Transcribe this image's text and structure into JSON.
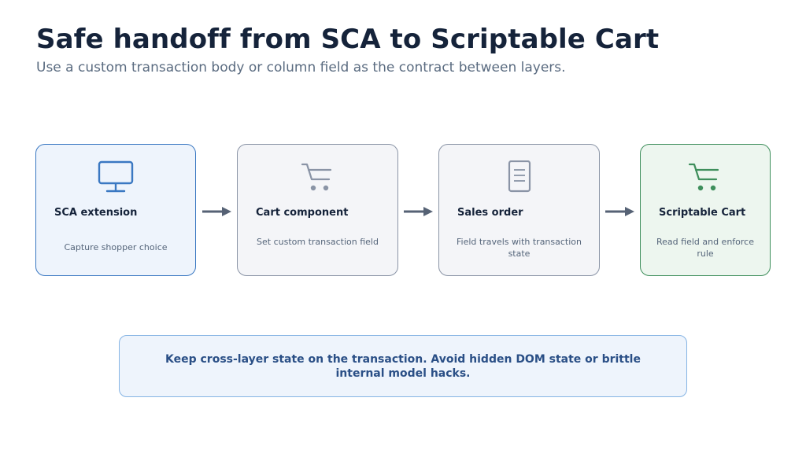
{
  "title": "Safe handoff from SCA to Scriptable Cart",
  "subtitle": "Use a custom transaction body or column field as the contract between layers.",
  "steps": [
    {
      "label": "SCA extension",
      "description": "Capture shopper choice",
      "icon": "monitor-icon"
    },
    {
      "label": "Cart component",
      "description": "Set custom transaction field",
      "icon": "cart-icon"
    },
    {
      "label": "Sales order",
      "description": "Field travels with transaction state",
      "icon": "document-icon"
    },
    {
      "label": "Scriptable Cart",
      "description": "Read field and enforce rule",
      "icon": "cart-icon"
    }
  ],
  "note": "Keep cross-layer state on the transaction. Avoid hidden DOM state or brittle internal model hacks.",
  "colors": {
    "title": "#15233a",
    "subtitle": "#5a6b80",
    "blue_accent": "#3a78c2",
    "neutral_border": "#8a94a6",
    "green_accent": "#3f8f5c",
    "arrow": "#566275",
    "note_text": "#2a4f86"
  }
}
